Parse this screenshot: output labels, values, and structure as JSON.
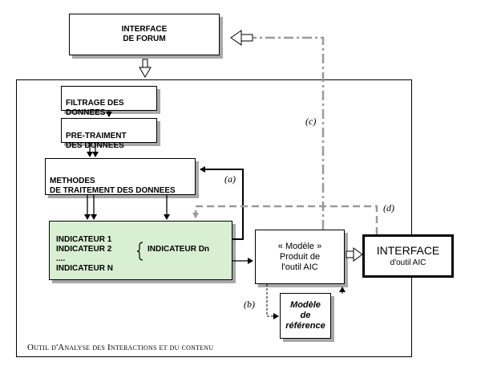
{
  "diagram": {
    "interface_forum": "INTERFACE\nDE FORUM",
    "filtrage": "FILTRAGE DES\nDONNEES",
    "pretraitement": "PRE-TRAIMENT\nDES DONNEES",
    "methodes": "METHODES\nDE TRAITEMENT DES DONNEES",
    "indicateurs": {
      "items": [
        "INDICATEUR 1",
        "INDICATEUR 2",
        "....",
        "INDICATEUR N"
      ],
      "dn": "INDICATEUR Dn"
    },
    "modele": "« Modèle »\nProduit de\nl'outil AIC",
    "reference": "Modèle\nde\nréférence",
    "interface_aic": {
      "title": "INTERFACE",
      "subtitle": "d'outil AIC"
    },
    "outil_caption": "Outil d'Analyse des Interactions et du contenu",
    "labels": {
      "a": "(a)",
      "b": "(b)",
      "c": "(c)",
      "d": "(d)"
    },
    "colors": {
      "indicator_fill": "#d8efd2",
      "shadow": "#a8a8a8",
      "dashed_gray": "#9a9a9a"
    }
  }
}
